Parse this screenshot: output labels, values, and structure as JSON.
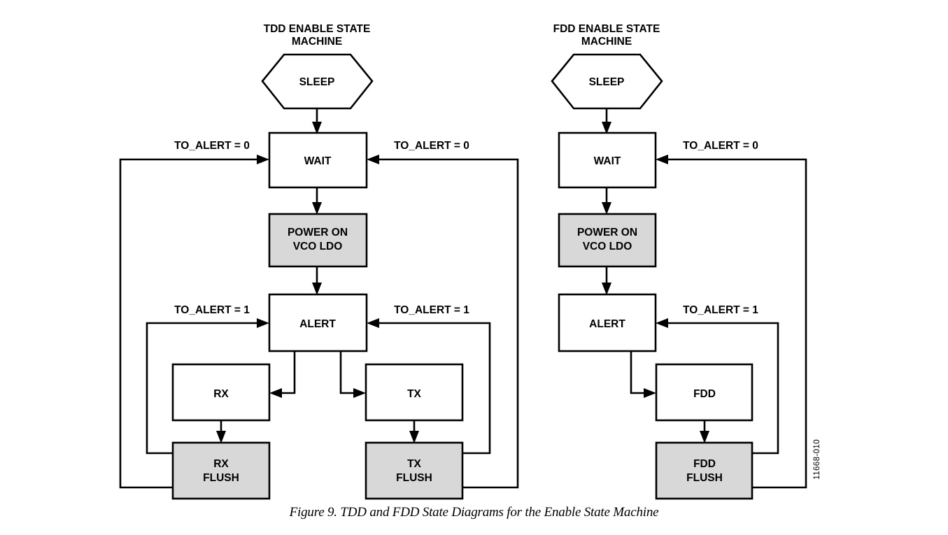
{
  "figure": {
    "caption": "Figure 9. TDD and FDD State Diagrams for the Enable State Machine",
    "side_code": "11668-010",
    "background_color": "#ffffff",
    "line_color": "#000000",
    "shaded_state_color": "#d8d8d8",
    "plain_state_color": "#ffffff"
  },
  "diagrams": [
    {
      "id": "tdd",
      "title_line1": "TDD ENABLE STATE",
      "title_line2": "MACHINE",
      "states": [
        {
          "id": "sleep",
          "label": "SLEEP",
          "shape": "hexagon",
          "fill": "white"
        },
        {
          "id": "wait",
          "label": "WAIT",
          "shape": "rect",
          "fill": "white"
        },
        {
          "id": "power_on",
          "label_line1": "POWER ON",
          "label_line2": "VCO LDO",
          "shape": "rect",
          "fill": "gray"
        },
        {
          "id": "alert",
          "label": "ALERT",
          "shape": "rect",
          "fill": "white"
        },
        {
          "id": "rx",
          "label": "RX",
          "shape": "rect",
          "fill": "white"
        },
        {
          "id": "tx",
          "label": "TX",
          "shape": "rect",
          "fill": "white"
        },
        {
          "id": "rx_flush",
          "label_line1": "RX",
          "label_line2": "FLUSH",
          "shape": "rect",
          "fill": "gray"
        },
        {
          "id": "tx_flush",
          "label_line1": "TX",
          "label_line2": "FLUSH",
          "shape": "rect",
          "fill": "gray"
        }
      ],
      "transitions": [
        {
          "from": "sleep",
          "to": "wait",
          "label": ""
        },
        {
          "from": "wait",
          "to": "power_on",
          "label": ""
        },
        {
          "from": "power_on",
          "to": "alert",
          "label": ""
        },
        {
          "from": "alert",
          "to": "rx",
          "label": ""
        },
        {
          "from": "alert",
          "to": "tx",
          "label": ""
        },
        {
          "from": "rx",
          "to": "rx_flush",
          "label": ""
        },
        {
          "from": "tx",
          "to": "tx_flush",
          "label": ""
        },
        {
          "from": "rx_flush",
          "to": "wait",
          "label": "TO_ALERT = 0"
        },
        {
          "from": "tx_flush",
          "to": "wait",
          "label": "TO_ALERT = 0"
        },
        {
          "from": "rx_flush",
          "to": "alert",
          "label": "TO_ALERT = 1"
        },
        {
          "from": "tx_flush",
          "to": "alert",
          "label": "TO_ALERT = 1"
        }
      ],
      "edge_labels": {
        "left_wait": "TO_ALERT = 0",
        "right_wait": "TO_ALERT = 0",
        "left_alert": "TO_ALERT = 1",
        "right_alert": "TO_ALERT = 1"
      }
    },
    {
      "id": "fdd",
      "title_line1": "FDD ENABLE STATE",
      "title_line2": "MACHINE",
      "states": [
        {
          "id": "sleep",
          "label": "SLEEP",
          "shape": "hexagon",
          "fill": "white"
        },
        {
          "id": "wait",
          "label": "WAIT",
          "shape": "rect",
          "fill": "white"
        },
        {
          "id": "power_on",
          "label_line1": "POWER ON",
          "label_line2": "VCO LDO",
          "shape": "rect",
          "fill": "gray"
        },
        {
          "id": "alert",
          "label": "ALERT",
          "shape": "rect",
          "fill": "white"
        },
        {
          "id": "fdd",
          "label": "FDD",
          "shape": "rect",
          "fill": "white"
        },
        {
          "id": "fdd_flush",
          "label_line1": "FDD",
          "label_line2": "FLUSH",
          "shape": "rect",
          "fill": "gray"
        }
      ],
      "transitions": [
        {
          "from": "sleep",
          "to": "wait",
          "label": ""
        },
        {
          "from": "wait",
          "to": "power_on",
          "label": ""
        },
        {
          "from": "power_on",
          "to": "alert",
          "label": ""
        },
        {
          "from": "alert",
          "to": "fdd",
          "label": ""
        },
        {
          "from": "fdd",
          "to": "fdd_flush",
          "label": ""
        },
        {
          "from": "fdd_flush",
          "to": "wait",
          "label": "TO_ALERT = 0"
        },
        {
          "from": "fdd_flush",
          "to": "alert",
          "label": "TO_ALERT = 1"
        }
      ],
      "edge_labels": {
        "right_wait": "TO_ALERT = 0",
        "right_alert": "TO_ALERT = 1"
      }
    }
  ]
}
